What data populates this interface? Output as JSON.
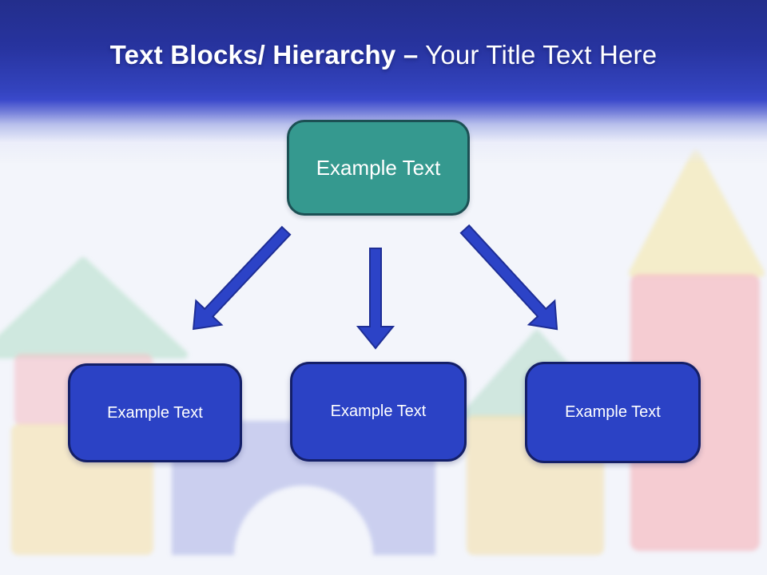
{
  "title": {
    "bold_text": "Text Blocks/ Hierarchy –",
    "regular_text": " Your Title Text Here"
  },
  "diagram": {
    "root": {
      "label": "Example Text"
    },
    "children": [
      {
        "label": "Example Text"
      },
      {
        "label": "Example Text"
      },
      {
        "label": "Example Text"
      }
    ],
    "arrow_icons": [
      "arrow-down-left",
      "arrow-down",
      "arrow-down-right"
    ]
  },
  "colors": {
    "header_gradient_top": "#232E8C",
    "header_gradient_bottom": "#3A49CB",
    "root_node_fill": "#35998F",
    "root_node_border": "#1C5054",
    "child_node_fill": "#2B42C5",
    "child_node_border": "#141F68",
    "arrow_fill": "#2C43C7",
    "arrow_outline": "#1E2E96",
    "slide_background": "#F3F5FB",
    "node_text": "#FFFFFF"
  },
  "background_photo_blocks": [
    "green-roof-house-left",
    "pink-block-left",
    "yellow-block-left",
    "lavender-arch-block-center",
    "green-roof-house-center-right",
    "yellow-block-center-right",
    "yellow-roof-pink-tower-right"
  ]
}
